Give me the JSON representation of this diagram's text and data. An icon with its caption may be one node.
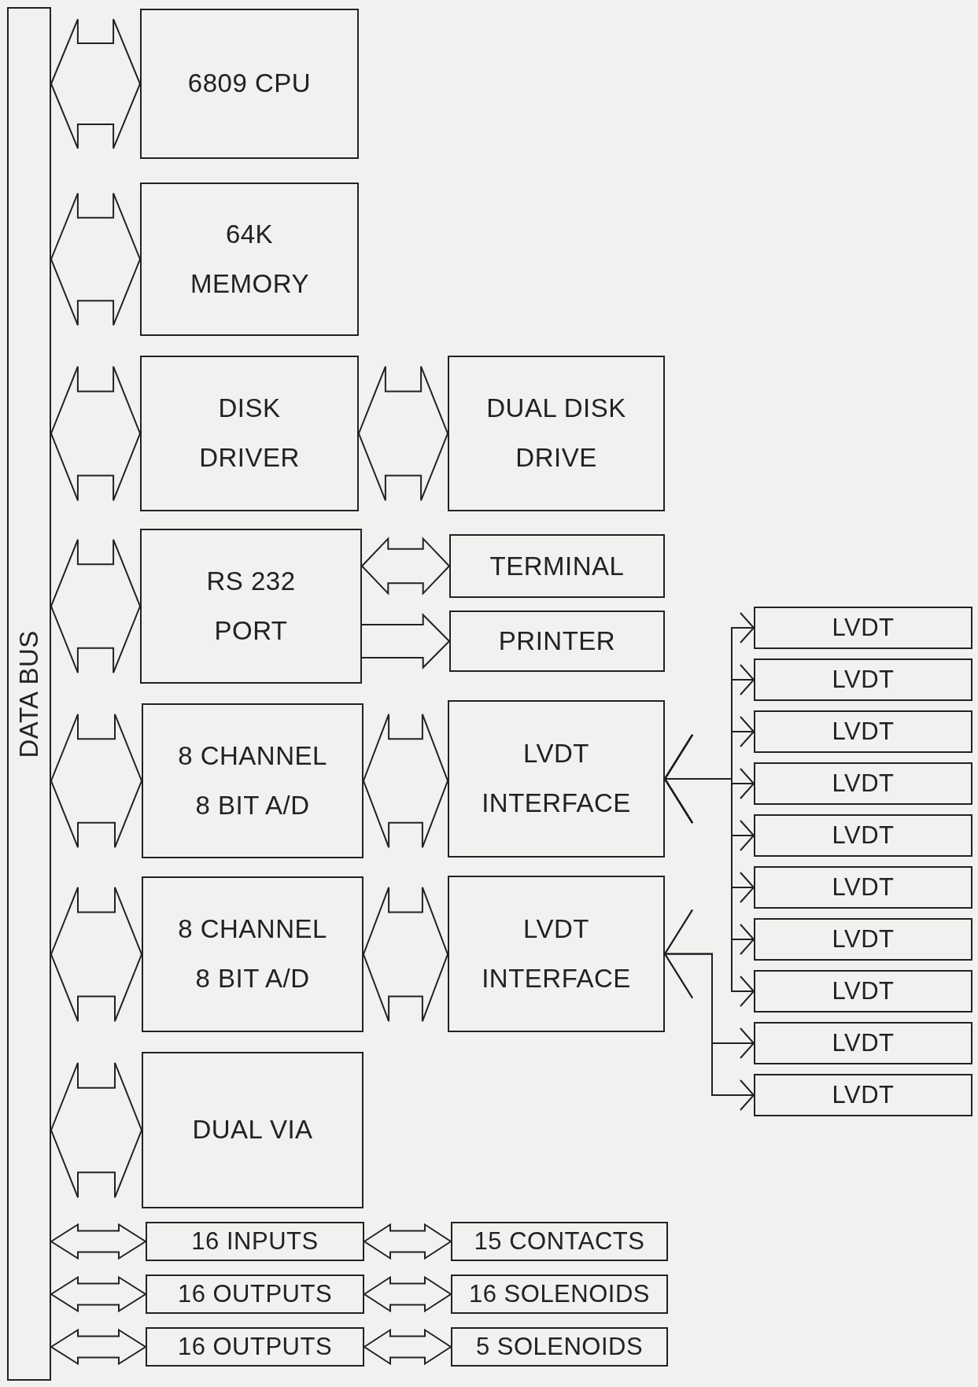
{
  "diagram": {
    "nodes": [
      {
        "text": [
          "DATA BUS"
        ]
      },
      {
        "text": [
          "6809 CPU"
        ]
      },
      {
        "text": [
          "64K MEMORY"
        ]
      },
      {
        "text": [
          "DISK DRIVER"
        ]
      },
      {
        "text": [
          "DUAL DISK DRIVE"
        ]
      },
      {
        "text": [
          "RS 232 PORT"
        ]
      },
      {
        "text": [
          "TERMINAL"
        ]
      },
      {
        "text": [
          "PRINTER"
        ]
      },
      {
        "text": [
          "8 CHANNEL 8 BIT A/D"
        ]
      },
      {
        "text": [
          "LVDT INTERFACE"
        ]
      },
      {
        "text": [
          "8 CHANNEL 8 BIT A/D"
        ]
      },
      {
        "text": [
          "LVDT INTERFACE"
        ]
      },
      {
        "text": [
          "LVDT"
        ]
      },
      {
        "text": [
          "LVDT"
        ]
      },
      {
        "text": [
          "LVDT"
        ]
      },
      {
        "text": [
          "LVDT"
        ]
      },
      {
        "text": [
          "LVDT"
        ]
      },
      {
        "text": [
          "LVDT"
        ]
      },
      {
        "text": [
          "LVDT"
        ]
      },
      {
        "text": [
          "LVDT"
        ]
      },
      {
        "text": [
          "LVDT"
        ]
      },
      {
        "text": [
          "LVDT"
        ]
      },
      {
        "text": [
          "DUAL VIA"
        ]
      },
      {
        "text": [
          "16 INPUTS"
        ]
      },
      {
        "text": [
          "15 CONTACTS"
        ]
      },
      {
        "text": [
          "16 OUTPUTS"
        ]
      },
      {
        "text": [
          "16 SOLENOIDS"
        ]
      },
      {
        "text": [
          "16 OUTPUTS"
        ]
      },
      {
        "text": [
          "5 SOLENOIDS"
        ]
      }
    ],
    "edges": [
      {
        "from": 0,
        "to": 1,
        "arrow": "both"
      },
      {
        "from": 0,
        "to": 2,
        "arrow": "both"
      },
      {
        "from": 0,
        "to": 3,
        "arrow": "both"
      },
      {
        "from": 3,
        "to": 4,
        "arrow": "both"
      },
      {
        "from": 0,
        "to": 5,
        "arrow": "both"
      },
      {
        "from": 5,
        "to": 6,
        "arrow": "both"
      },
      {
        "from": 5,
        "to": 7,
        "arrow": "to"
      },
      {
        "from": 0,
        "to": 8,
        "arrow": "both"
      },
      {
        "from": 8,
        "to": 9,
        "arrow": "both"
      },
      {
        "from": 0,
        "to": 10,
        "arrow": "both"
      },
      {
        "from": 10,
        "to": 11,
        "arrow": "both"
      },
      {
        "from": 9,
        "to": 12,
        "arrow": "both"
      },
      {
        "from": 9,
        "to": 13,
        "arrow": "both"
      },
      {
        "from": 9,
        "to": 14,
        "arrow": "both"
      },
      {
        "from": 9,
        "to": 15,
        "arrow": "both"
      },
      {
        "from": 9,
        "to": 16,
        "arrow": "both"
      },
      {
        "from": 9,
        "to": 17,
        "arrow": "both"
      },
      {
        "from": 9,
        "to": 18,
        "arrow": "both"
      },
      {
        "from": 9,
        "to": 19,
        "arrow": "both"
      },
      {
        "from": 11,
        "to": 20,
        "arrow": "both"
      },
      {
        "from": 11,
        "to": 21,
        "arrow": "both"
      },
      {
        "from": 0,
        "to": 22,
        "arrow": "both"
      },
      {
        "from": 0,
        "to": 23,
        "arrow": "both"
      },
      {
        "from": 23,
        "to": 24,
        "arrow": "both"
      },
      {
        "from": 0,
        "to": 25,
        "arrow": "both"
      },
      {
        "from": 25,
        "to": 26,
        "arrow": "both"
      },
      {
        "from": 0,
        "to": 27,
        "arrow": "both"
      },
      {
        "from": 27,
        "to": 28,
        "arrow": "both"
      }
    ]
  }
}
